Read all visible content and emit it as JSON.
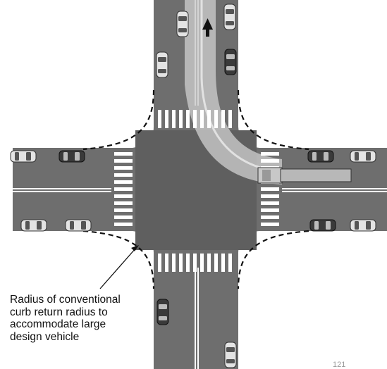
{
  "diagram": {
    "annotation": {
      "text_lines": [
        "Radius of conventional",
        "curb return radius to",
        "accommodate large",
        "design vehicle"
      ]
    },
    "page_number": "121",
    "colors": {
      "road": "#6e6e6e",
      "road_dark": "#5f5f5f",
      "background": "#ffffff",
      "crosswalk": "#ffffff",
      "turn_path": "#c9c9c9",
      "car_light": "#e3e3e3",
      "car_dark": "#3a3a3a",
      "truck": "#b8b8b8",
      "dashed_curb": "#111111"
    },
    "icons": [
      "arrow-up-icon",
      "car-icon",
      "truck-icon"
    ]
  }
}
